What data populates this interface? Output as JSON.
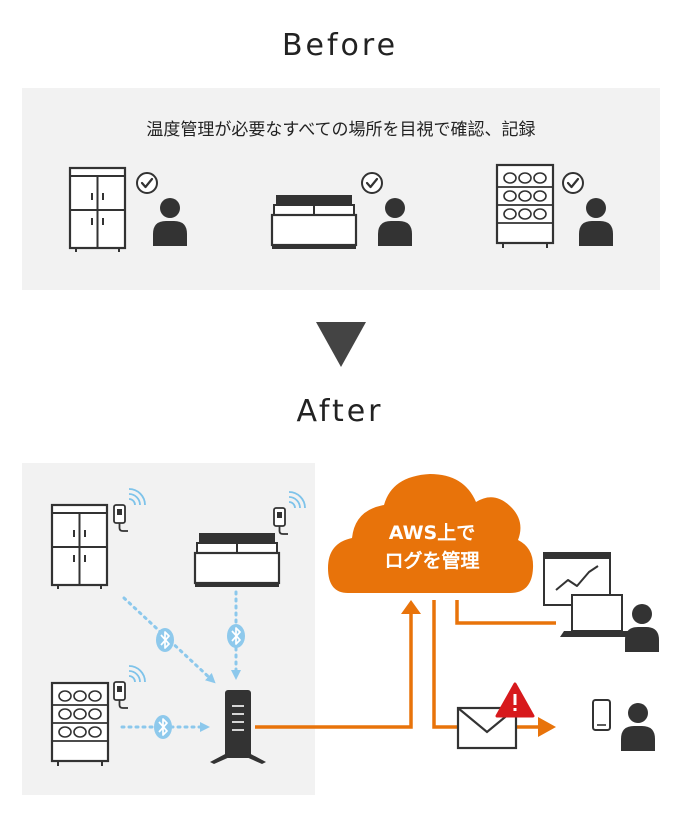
{
  "before": {
    "title": "Before",
    "caption": "温度管理が必要なすべての場所を目視で確認、記録"
  },
  "after": {
    "title": "After",
    "cloud_line1": "AWS上で",
    "cloud_line2": "ログを管理"
  },
  "colors": {
    "panel_bg": "#f2f2f2",
    "icon_dark": "#333333",
    "accent_orange": "#e8730a",
    "bluetooth_blue": "#7ec3ea",
    "dotted_blue": "#8cc8ec",
    "alert_red": "#d7191c"
  },
  "icons": [
    "refrigerator-icon",
    "freezer-chest-icon",
    "bottle-rack-icon",
    "checkmark-icon",
    "person-icon",
    "temperature-sensor-icon",
    "wireless-signal-icon",
    "bluetooth-icon",
    "gateway-icon",
    "cloud-icon",
    "monitor-chart-icon",
    "laptop-icon",
    "mail-icon",
    "warning-icon",
    "smartphone-icon"
  ]
}
